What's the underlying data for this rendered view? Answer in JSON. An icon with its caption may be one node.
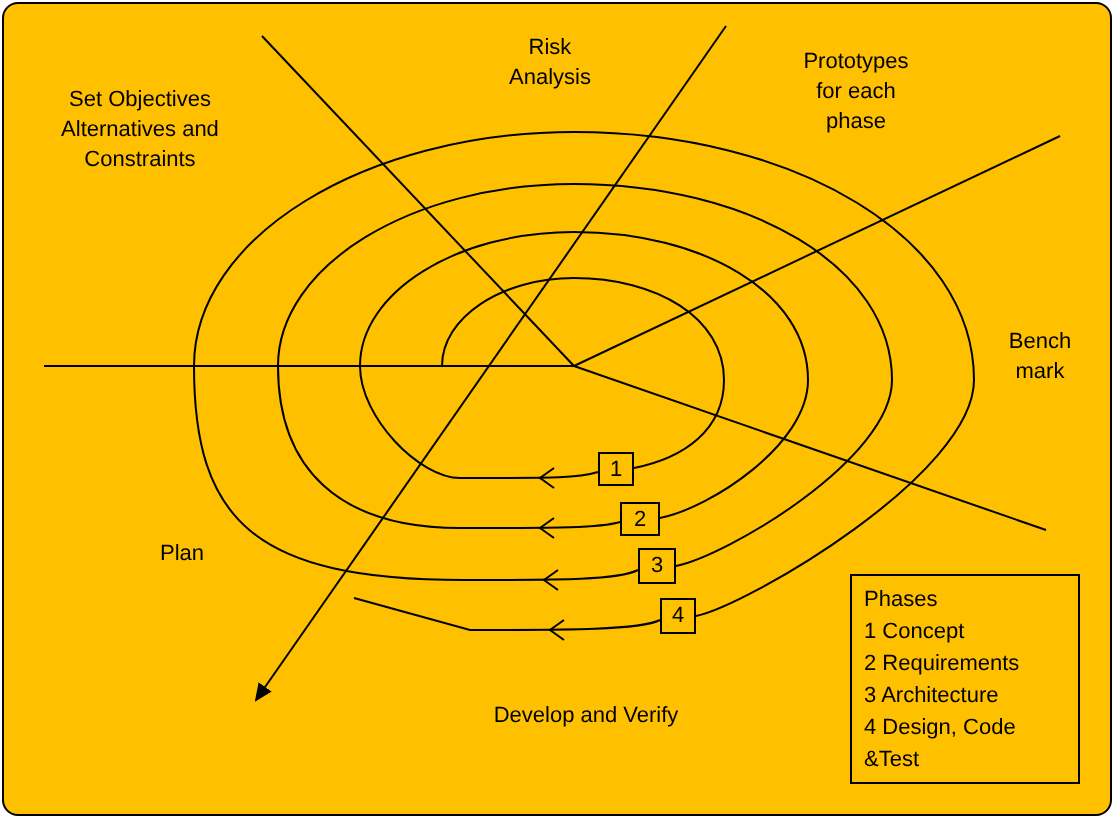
{
  "diagram": {
    "nodes": [
      {
        "text": [
          "1"
        ]
      },
      {
        "text": [
          "2"
        ]
      },
      {
        "text": [
          "3"
        ]
      },
      {
        "text": [
          "4"
        ]
      },
      {
        "text": [
          "Phases",
          "1 Concept",
          "2 Requirements",
          "3 Architecture",
          "4 Design, Code &Test"
        ]
      }
    ],
    "labels": [
      "Risk Analysis",
      "Prototypes for each phase",
      "Set Objectives Alternatives and Constraints",
      "Bench mark",
      "Plan",
      "Develop and Verify"
    ]
  }
}
